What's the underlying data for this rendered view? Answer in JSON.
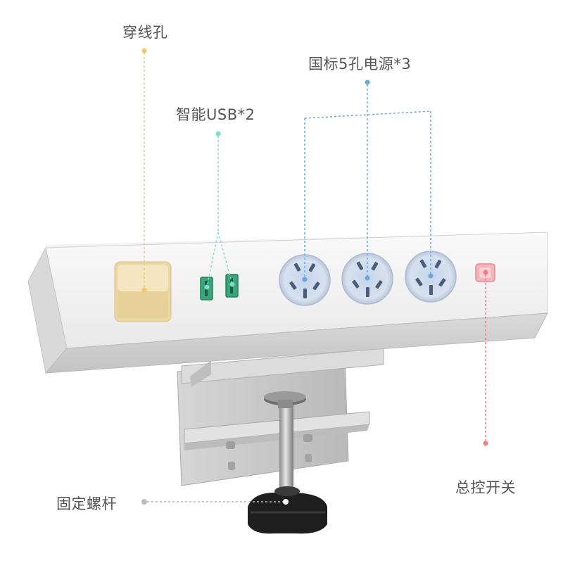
{
  "callouts": {
    "cable_hole": {
      "label": "穿线孔",
      "color": "#f2c76a"
    },
    "usb": {
      "label": "智能USB*2",
      "color": "#7fdcc8"
    },
    "outlets": {
      "label": "国标5孔电源*3",
      "color": "#6aa8dc"
    },
    "switch": {
      "label": "总控开关",
      "color": "#ee7e7e"
    },
    "screw": {
      "label": "固定螺杆",
      "color": "#bbbbbb"
    }
  },
  "colors": {
    "body": "#ebebeb",
    "body_front": "#f4f4f4",
    "body_side": "#d0d0d0",
    "cable_hole": "#ead7a4",
    "usb_port": "#3aa57a",
    "outlet": "#cdd9ea",
    "switch": "#f4b4b9",
    "clamp": "#c4c4c4",
    "knob": "#1f1f1f"
  },
  "icons": [
    "cable-hole-icon",
    "usb-port-icon",
    "outlet-icon",
    "switch-icon",
    "clamp-screw-icon",
    "knob-icon"
  ]
}
